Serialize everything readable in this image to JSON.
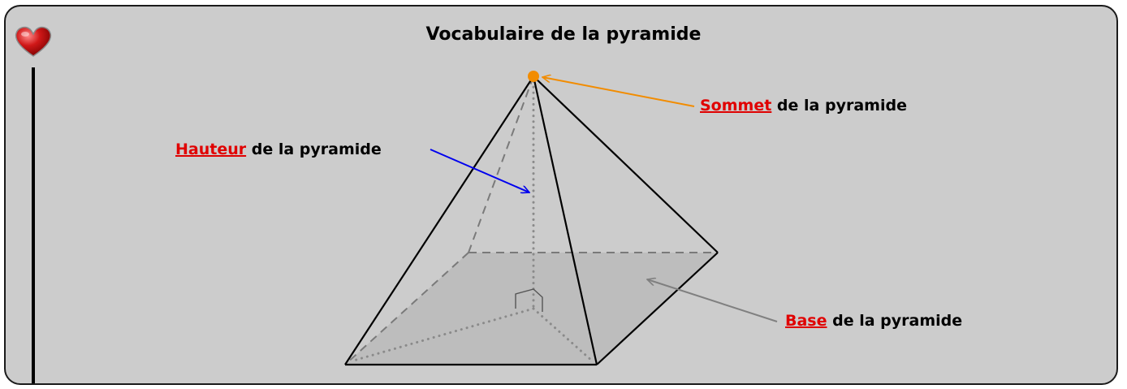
{
  "title": "Vocabulaire de la pyramide",
  "icons": {
    "decoration": "heart-icon"
  },
  "colors": {
    "background": "#cccccc",
    "keyword": "#e00000",
    "sommet_marker": "#f28c00",
    "hauteur_arrow": "#0000ee",
    "base_arrow": "#808080"
  },
  "labels": {
    "sommet": {
      "keyword": "Sommet",
      "rest": " de la pyramide"
    },
    "hauteur": {
      "keyword": "Hauteur",
      "rest": " de la pyramide"
    },
    "base": {
      "keyword": "Base",
      "rest": " de la pyramide"
    }
  }
}
